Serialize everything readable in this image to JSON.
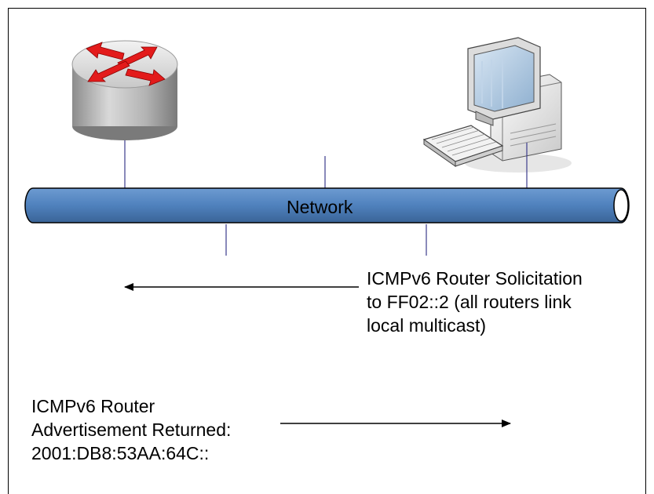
{
  "network": {
    "label": "Network",
    "pipe_color": "#4f81bd",
    "pipe_dark": "#385d8a"
  },
  "router_solicitation": {
    "lines": [
      "ICMPv6 Router Solicitation",
      "to FF02::2 (all routers link",
      "local multicast)"
    ]
  },
  "router_advertisement": {
    "lines": [
      "ICMPv6 Router",
      "Advertisement Returned:",
      "2001:DB8:53AA:64C::"
    ]
  },
  "icons": {
    "router": "router-icon",
    "computer": "desktop-computer-icon"
  }
}
